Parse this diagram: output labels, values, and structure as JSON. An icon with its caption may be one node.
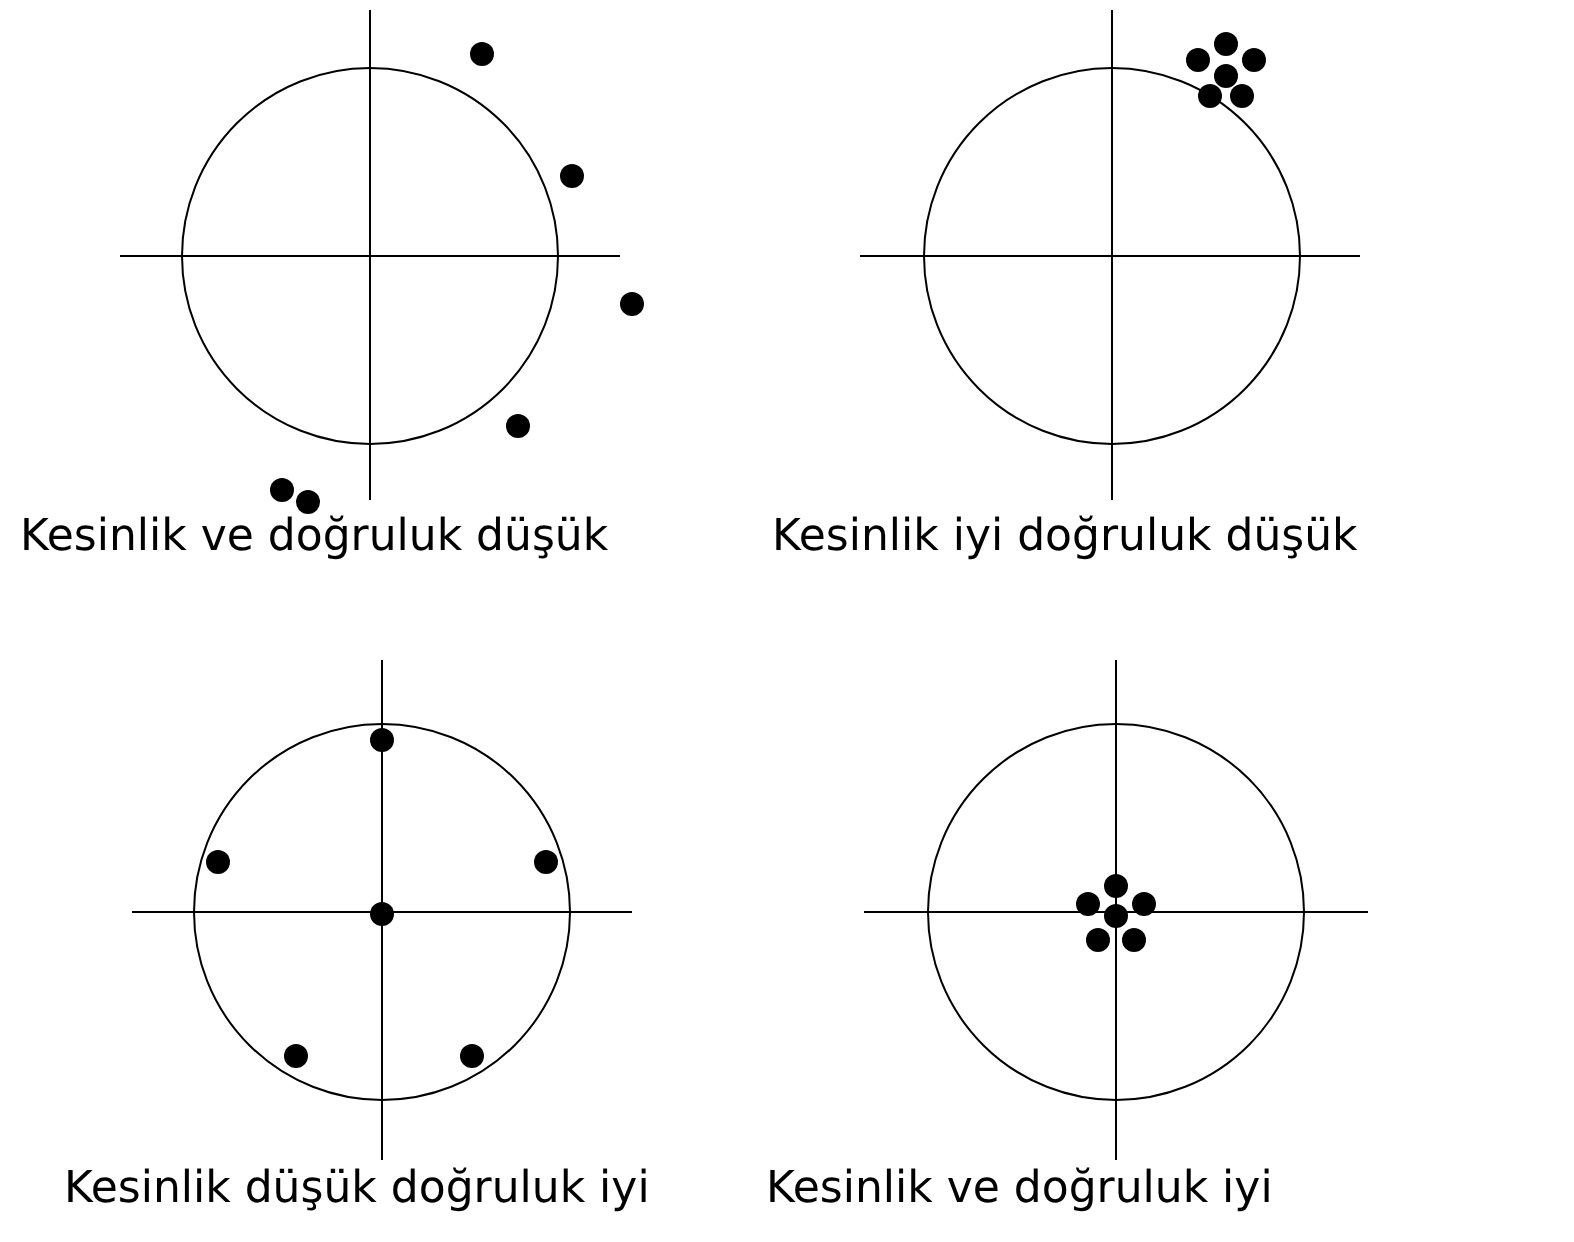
{
  "diagram": {
    "labels": [
      "Kesinlik ve doğruluk düşük",
      "Kesinlik iyi doğruluk düşük",
      "Kesinlik düşük doğruluk iyi",
      "Kesinlik ve doğruluk iyi"
    ]
  }
}
